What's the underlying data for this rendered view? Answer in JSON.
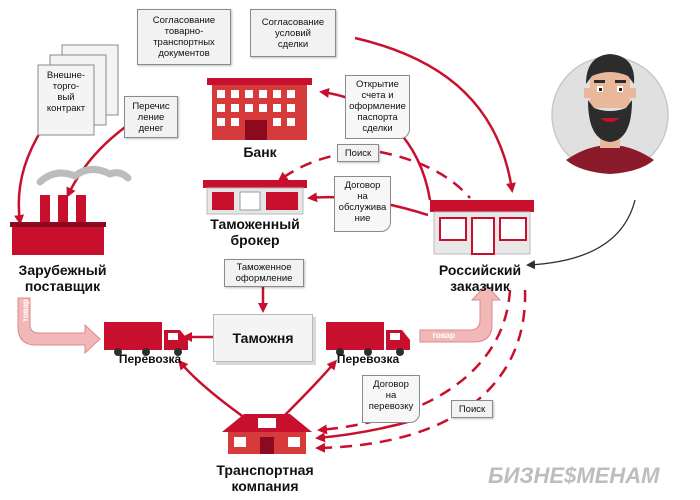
{
  "documents": {
    "contract": "Внешне-\nторго-\nвый\nконтракт",
    "transport_docs": "Согласование\nтоварно-\nтранспортных\nдокументов",
    "deal_terms": "Согласование\nусловий\nсделки",
    "money_transfer": "Перечис\nление\nденег",
    "account_opening": "Открытие\nсчета и\nоформление\nпаспорта\nсделки",
    "search_top": "Поиск",
    "service_contract": "Договор\nна\nобслужива\nние",
    "customs_clearance": "Таможенное\nоформление",
    "transport_contract": "Договор\nна\nперевозку",
    "search_bottom": "Поиск"
  },
  "entities": {
    "bank": "Банк",
    "broker": "Таможенный\nброкер",
    "supplier": "Зарубежный\nпоставщик",
    "customer": "Российский\nзаказчик",
    "customs": "Таможня",
    "transport_left": "Перевозка",
    "transport_right": "Перевозка",
    "transport_company": "Транспортная\nкомпания"
  },
  "goods_labels": {
    "left": "товар",
    "right": "товар"
  },
  "brand": "БИЗНЕ$МЕНАМ",
  "colors": {
    "accent": "#c8102e",
    "goods_arrow": "#f2b8b8",
    "dark": "#333333",
    "teal": "#2b7a78"
  }
}
